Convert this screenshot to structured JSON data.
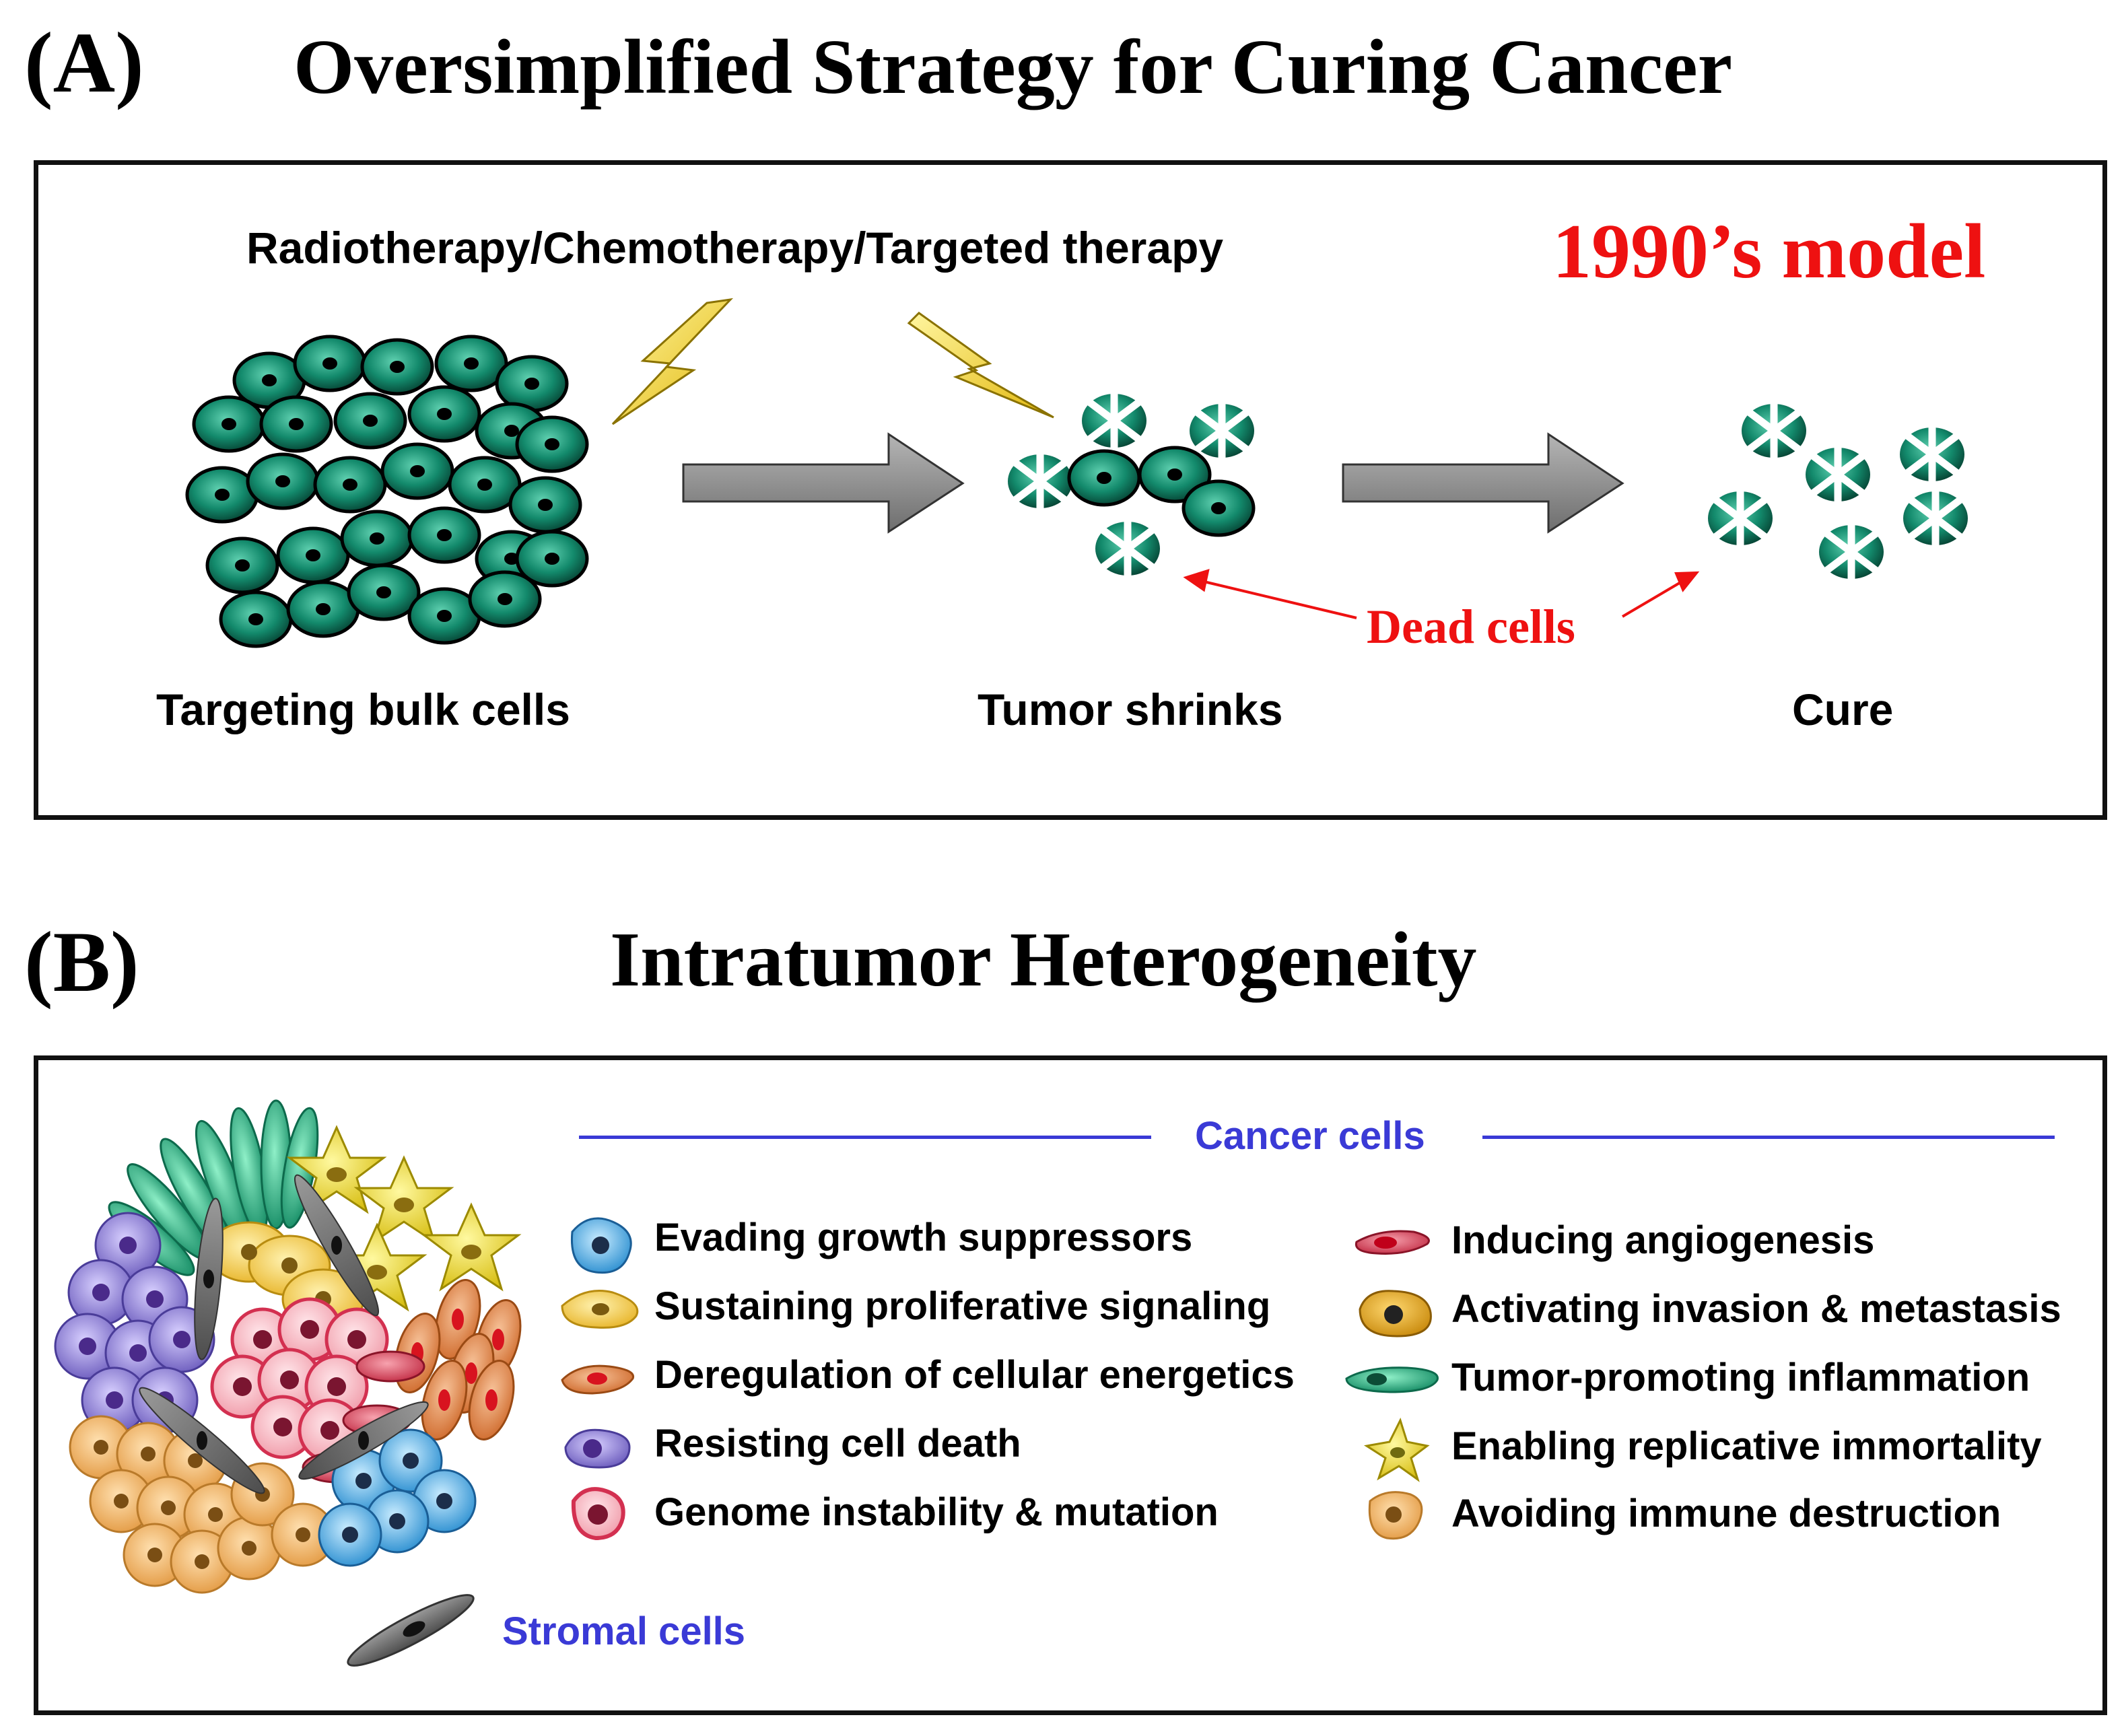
{
  "panel_a": {
    "label": "(A)",
    "title": "Oversimplified Strategy for Curing Cancer",
    "therapy": "Radiotherapy/Chemotherapy/Targeted therapy",
    "model": "1990’s model",
    "dead_cells": "Dead cells",
    "captions": [
      "Targeting bulk cells",
      "Tumor shrinks",
      "Cure"
    ],
    "colors": {
      "cell": "#0f6b55",
      "arrow": "#8c8c8c",
      "model": "#ee1111",
      "lightning": "#f2d21b"
    }
  },
  "panel_b": {
    "label": "(B)",
    "title": "Intratumor Heterogeneity",
    "cancer_cells": "Cancer cells",
    "stromal_cells": "Stromal cells",
    "legend_left": [
      {
        "label": "Evading growth suppressors",
        "icon": "blue-cell-icon",
        "color": "#3d9bd8"
      },
      {
        "label": "Sustaining proliferative signaling",
        "icon": "yellow-cell-icon",
        "color": "#f2cc3c"
      },
      {
        "label": "Deregulation of cellular energetics",
        "icon": "orange-cell-icon",
        "color": "#d9743a"
      },
      {
        "label": "Resisting cell death",
        "icon": "purple-cell-icon",
        "color": "#7b6cc4"
      },
      {
        "label": "Genome instability & mutation",
        "icon": "red-ring-cell-icon",
        "color": "#e6506a"
      }
    ],
    "legend_right": [
      {
        "label": "Inducing angiogenesis",
        "icon": "red-spindle-cell-icon",
        "color": "#d63a4e"
      },
      {
        "label": "Activating invasion & metastasis",
        "icon": "gold-cell-icon",
        "color": "#e0a21a"
      },
      {
        "label": "Tumor-promoting inflammation",
        "icon": "green-cell-icon",
        "color": "#1fa67a"
      },
      {
        "label": "Enabling replicative immortality",
        "icon": "star-cell-icon",
        "color": "#e8d21e"
      },
      {
        "label": "Avoiding immune destruction",
        "icon": "tan-cell-icon",
        "color": "#f0b25e"
      }
    ],
    "colors": {
      "legend_head": "#3a3ad6",
      "stromal": "#6e6e6e"
    }
  }
}
